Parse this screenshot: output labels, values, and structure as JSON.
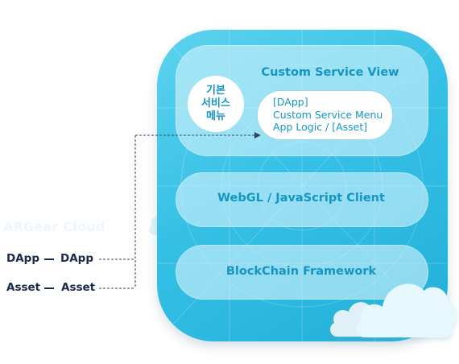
{
  "left_panel": {
    "heading": "ARGear Cloud",
    "rows": [
      {
        "from": "DApp",
        "to": "DApp"
      },
      {
        "from": "Asset",
        "to": "Asset"
      }
    ]
  },
  "app_stack": {
    "top_layer": {
      "title": "Custom Service View",
      "basic_menu_lines": [
        "기본",
        "서비스",
        "메뉴"
      ],
      "dapp_lines": [
        "[DApp]",
        "Custom Service Menu",
        "App Logic / [Asset]"
      ]
    },
    "middle_layer": "WebGL / JavaScript Client",
    "bottom_layer": "BlockChain Framework"
  },
  "colors": {
    "app_gradient": [
      "#5dd3ee",
      "#20afd8"
    ],
    "label_text": "#1495c2",
    "connector": "#33475b"
  },
  "icons": [
    "cloud-icon",
    "arrow-right-icon"
  ]
}
